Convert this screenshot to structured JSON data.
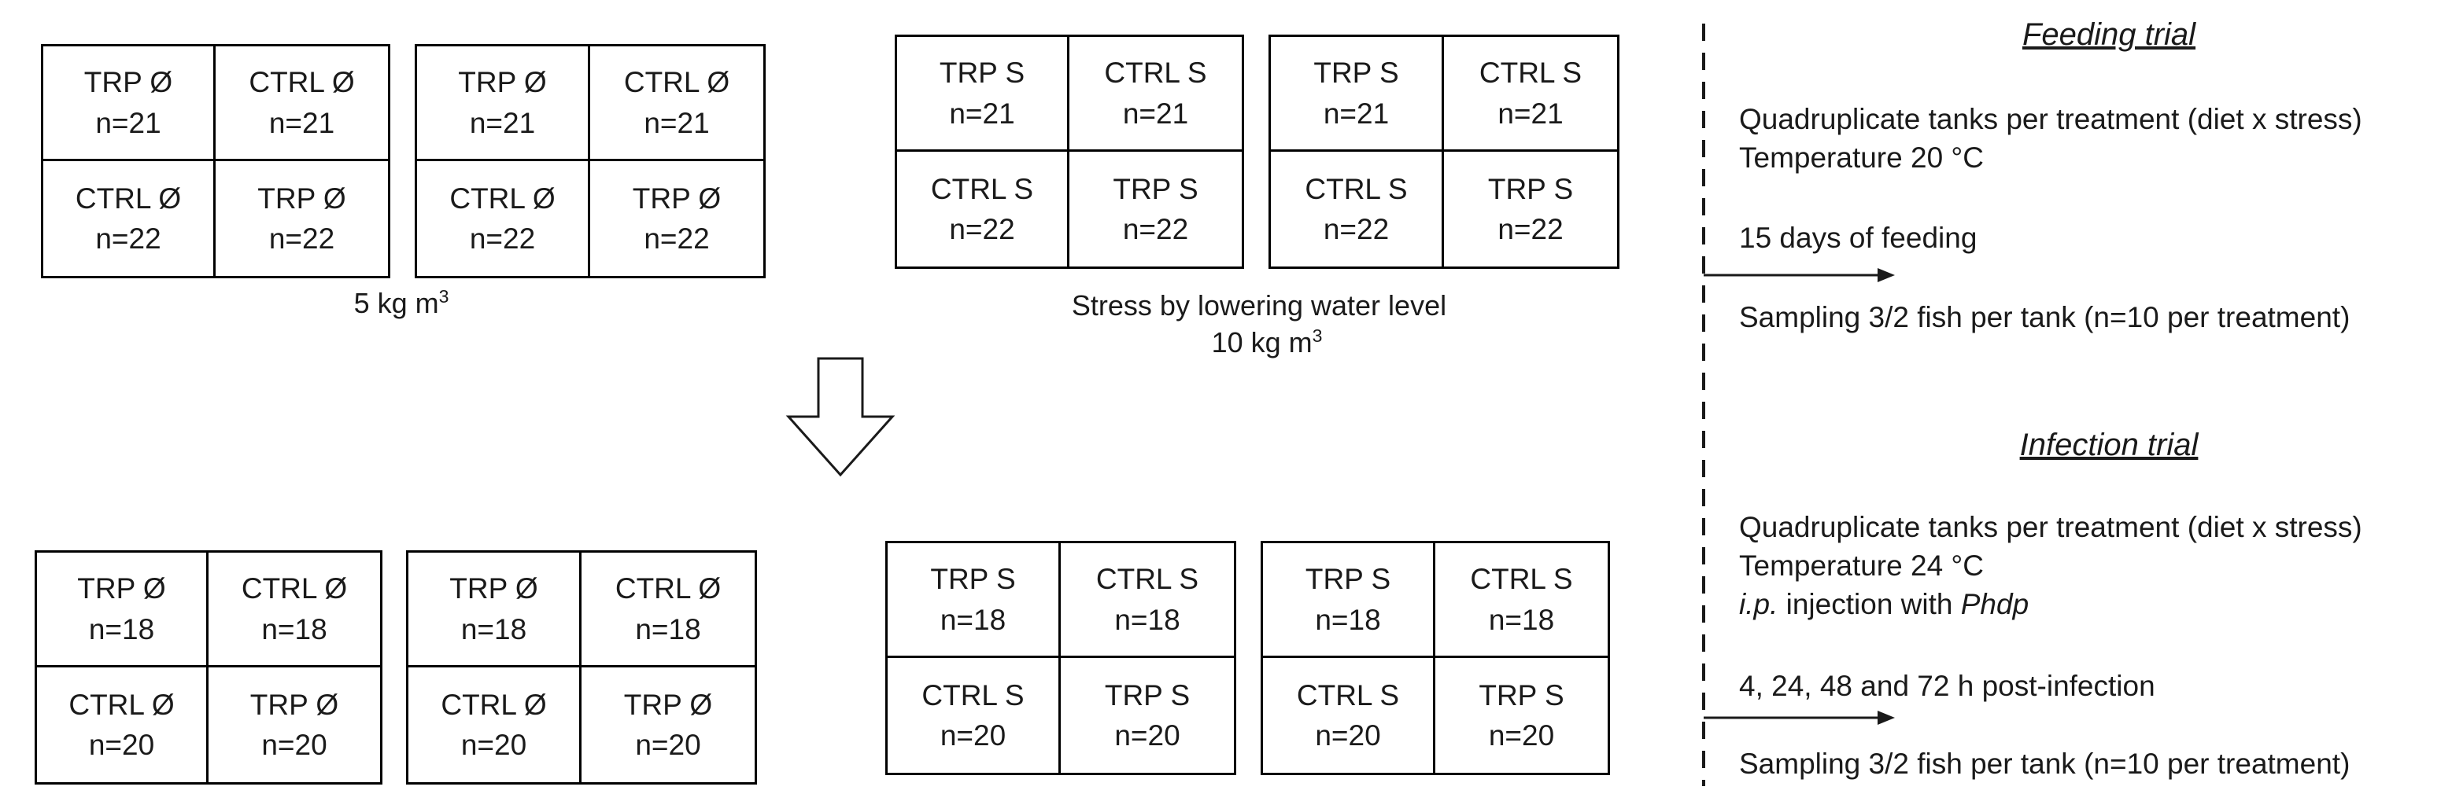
{
  "top_groups": [
    {
      "cells": [
        [
          "TRP Ø",
          "n=21"
        ],
        [
          "CTRL Ø",
          "n=21"
        ],
        [
          "CTRL Ø",
          "n=22"
        ],
        [
          "TRP Ø",
          "n=22"
        ]
      ]
    },
    {
      "cells": [
        [
          "TRP Ø",
          "n=21"
        ],
        [
          "CTRL Ø",
          "n=21"
        ],
        [
          "CTRL Ø",
          "n=22"
        ],
        [
          "TRP Ø",
          "n=22"
        ]
      ]
    },
    {
      "cells": [
        [
          "TRP S",
          "n=21"
        ],
        [
          "CTRL S",
          "n=21"
        ],
        [
          "CTRL S",
          "n=22"
        ],
        [
          "TRP S",
          "n=22"
        ]
      ]
    },
    {
      "cells": [
        [
          "TRP S",
          "n=21"
        ],
        [
          "CTRL S",
          "n=21"
        ],
        [
          "CTRL S",
          "n=22"
        ],
        [
          "TRP S",
          "n=22"
        ]
      ]
    }
  ],
  "bottom_groups": [
    {
      "cells": [
        [
          "TRP Ø",
          "n=18"
        ],
        [
          "CTRL Ø",
          "n=18"
        ],
        [
          "CTRL Ø",
          "n=20"
        ],
        [
          "TRP Ø",
          "n=20"
        ]
      ]
    },
    {
      "cells": [
        [
          "TRP Ø",
          "n=18"
        ],
        [
          "CTRL Ø",
          "n=18"
        ],
        [
          "CTRL Ø",
          "n=20"
        ],
        [
          "TRP Ø",
          "n=20"
        ]
      ]
    },
    {
      "cells": [
        [
          "TRP S",
          "n=18"
        ],
        [
          "CTRL S",
          "n=18"
        ],
        [
          "CTRL S",
          "n=20"
        ],
        [
          "TRP S",
          "n=20"
        ]
      ]
    },
    {
      "cells": [
        [
          "TRP S",
          "n=18"
        ],
        [
          "CTRL S",
          "n=18"
        ],
        [
          "CTRL S",
          "n=20"
        ],
        [
          "TRP S",
          "n=20"
        ]
      ]
    }
  ],
  "captions": {
    "density_low": "5 kg m",
    "density_low_exp": "3",
    "stress": "Stress by lowering water level",
    "density_high": "10 kg m",
    "density_high_exp": "3"
  },
  "feeding": {
    "heading": "Feeding trial",
    "tanks": "Quadruplicate tanks per treatment (diet x stress)",
    "temperature": "Temperature 20 °C",
    "duration": "15 days of feeding",
    "sampling": "Sampling  3/2 fish per tank (n=10 per treatment)"
  },
  "infection": {
    "heading": "Infection trial",
    "tanks": "Quadruplicate tanks per treatment (diet x stress)",
    "temperature": "Temperature 24 °C",
    "injection_prefix": "i.p.",
    "injection_middle": " injection with ",
    "injection_agent": "Phdp",
    "timepoints": "4, 24, 48 and 72 h post-infection",
    "sampling": "Sampling  3/2 fish per tank (n=10 per treatment)"
  }
}
